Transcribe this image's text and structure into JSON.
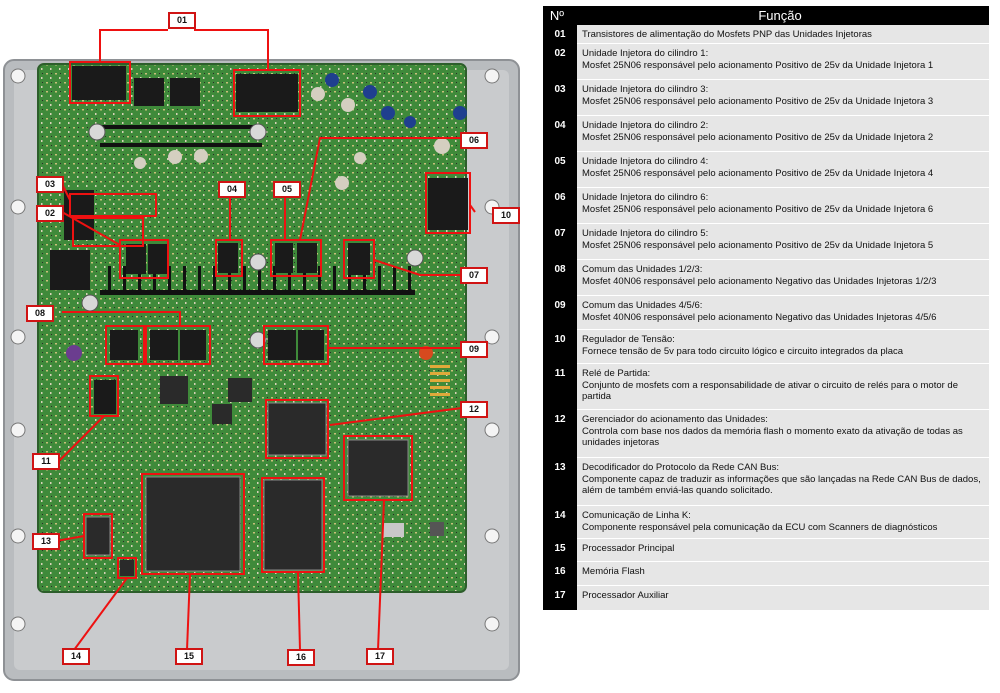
{
  "callouts": {
    "c01": "01",
    "c02": "02",
    "c03": "03",
    "c04": "04",
    "c05": "05",
    "c06": "06",
    "c07": "07",
    "c08": "08",
    "c09": "09",
    "c10": "10",
    "c11": "11",
    "c12": "12",
    "c13": "13",
    "c14": "14",
    "c15": "15",
    "c16": "16",
    "c17": "17"
  },
  "table": {
    "header_num": "Nº",
    "header_func": "Função",
    "rows": [
      {
        "num": "01",
        "line1": "Transistores de alimentação do Mosfets PNP das Unidades Injetoras",
        "line2": ""
      },
      {
        "num": "02",
        "line1": "Unidade Injetora do cilindro 1:",
        "line2": "Mosfet 25N06 responsável pelo acionamento Positivo de 25v da Unidade Injetora 1"
      },
      {
        "num": "03",
        "line1": "Unidade Injetora do cilindro 3:",
        "line2": "Mosfet 25N06 responsável pelo acionamento Positivo de 25v da Unidade Injetora 3"
      },
      {
        "num": "04",
        "line1": "Unidade Injetora do cilindro 2:",
        "line2": "Mosfet 25N06 responsável pelo acionamento Positivo de 25v da Unidade Injetora 2"
      },
      {
        "num": "05",
        "line1": "Unidade Injetora do cilindro 4:",
        "line2": "Mosfet 25N06 responsável pelo acionamento Positivo de 25v da Unidade Injetora 4"
      },
      {
        "num": "06",
        "line1": "Unidade Injetora do cilindro 6:",
        "line2": "Mosfet 25N06 responsável pelo acionamento Positivo de 25v da Unidade Injetora 6"
      },
      {
        "num": "07",
        "line1": "Unidade Injetora do cilindro 5:",
        "line2": "Mosfet 25N06 responsável pelo acionamento Positivo de 25v da Unidade Injetora 5"
      },
      {
        "num": "08",
        "line1": "Comum das Unidades 1/2/3:",
        "line2": "Mosfet 40N06 responsável pelo acionamento Negativo das Unidades Injetoras 1/2/3"
      },
      {
        "num": "09",
        "line1": "Comum das Unidades 4/5/6:",
        "line2": "Mosfet 40N06 responsável pelo acionamento Negativo das Unidades Injetoras 4/5/6"
      },
      {
        "num": "10",
        "line1": "Regulador de Tensão:",
        "line2": "Fornece tensão de 5v para todo circuito lógico e circuito integrados da placa"
      },
      {
        "num": "11",
        "line1": "Relé de Partida:",
        "line2": "Conjunto de mosfets com a responsabilidade de ativar o circuito de relés para o motor de partida"
      },
      {
        "num": "12",
        "line1": "Gerenciador do acionamento das Unidades:",
        "line2": "Controla com base nos dados da memória flash o momento exato da ativação de todas as unidades injetoras"
      },
      {
        "num": "13",
        "line1": "Decodificador do Protocolo da Rede CAN Bus:",
        "line2": "Componente capaz de traduzir as informações que são lançadas na Rede CAN Bus de dados, além de também enviá-las quando solicitado."
      },
      {
        "num": "14",
        "line1": "Comunicação de Linha K:",
        "line2": "Componente responsável pela comunicação da ECU com Scanners de diagnósticos"
      },
      {
        "num": "15",
        "line1": "Processador Principal",
        "line2": ""
      },
      {
        "num": "16",
        "line1": "Memória Flash",
        "line2": ""
      },
      {
        "num": "17",
        "line1": "Processador Auxiliar",
        "line2": ""
      }
    ]
  }
}
